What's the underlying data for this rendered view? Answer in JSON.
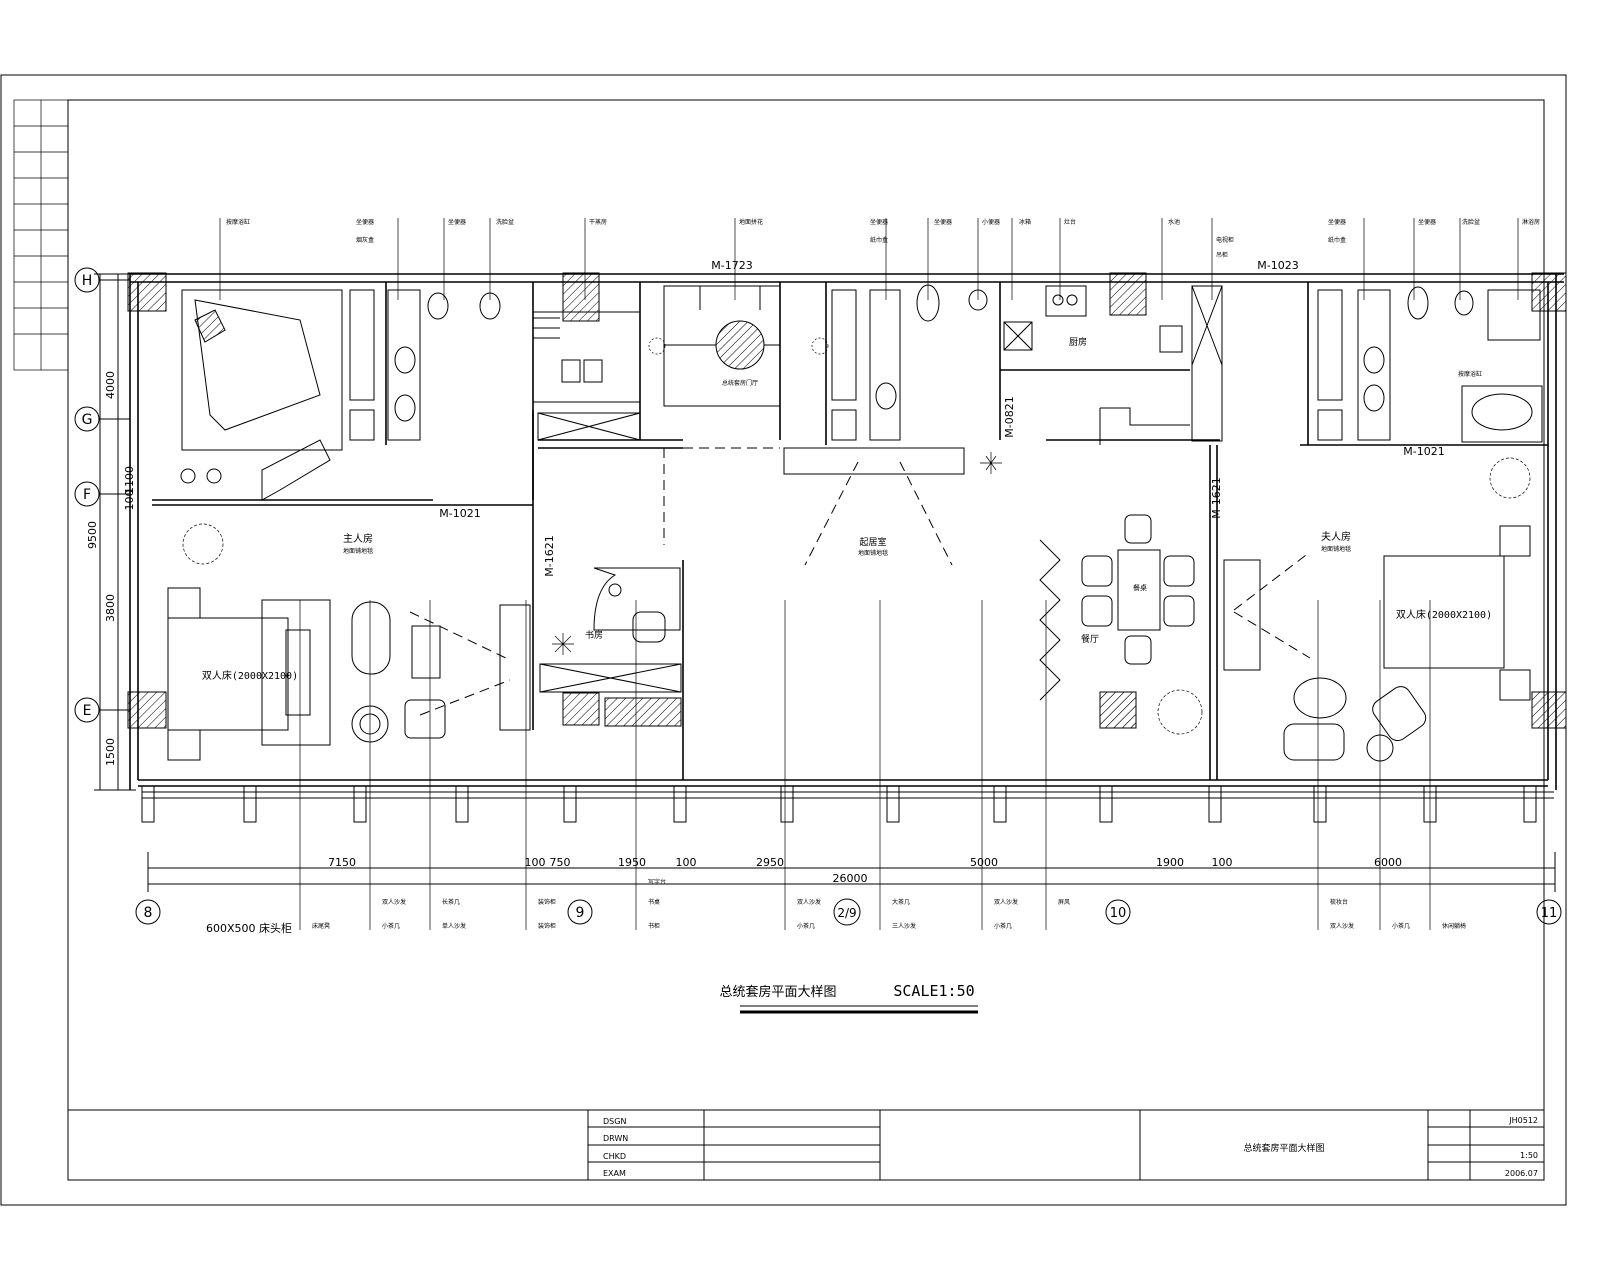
{
  "drawing": {
    "title": "总统套房平面大样图",
    "scale": "SCALE1:50"
  },
  "grid_rows": [
    "H",
    "G",
    "F",
    "E"
  ],
  "grid_cols": [
    "8",
    "9",
    "2/9",
    "10",
    "11"
  ],
  "dims_left": [
    "4000",
    "1100",
    "100",
    "9500",
    "3800",
    "1500"
  ],
  "dims_bottom": [
    "7150",
    "100",
    "750",
    "1950",
    "100",
    "2950",
    "5000",
    "1900",
    "100",
    "6000"
  ],
  "dim_total": "26000",
  "doors": [
    "M-1723",
    "M-1023",
    "M-1021",
    "M-1621",
    "M-0821",
    "M-1621",
    "M-1021"
  ],
  "rooms": {
    "master_bed": "主人房",
    "madam_bed": "夫人房",
    "study": "书房",
    "living": "起居室",
    "dining": "餐厅",
    "kitchen": "厨房",
    "master_floor": "地面铺地毯",
    "madam_floor": "地面铺地毯",
    "living_floor": "地面铺地毯",
    "bed_left": "双人床(2000X2100)",
    "bed_right": "双人床(2000X2100)",
    "dining_table": "餐桌",
    "foyer": "总统套房门厅",
    "bath_right": "按摩浴缸",
    "leader_600": "600X500 床头柜"
  },
  "top_labels": [
    "按摩浴缸",
    "坐便器",
    "洗脸盆",
    "干蒸房",
    "地面拼花",
    "坐便器",
    "小便器",
    "冰箱",
    "灶台",
    "水池",
    "坐便器",
    "洗脸盆",
    "淋浴房"
  ],
  "top_labels_pair": [
    "坐便器",
    "烟灰盒",
    "坐便器",
    "纸巾盒",
    "电视柜",
    "吊柜",
    "坐便器",
    "纸巾盒"
  ],
  "bottom_labels": [
    "双人沙发",
    "小茶几",
    "长茶几",
    "单人沙发",
    "装饰柜",
    "装饰柜",
    "书桌",
    "书柜",
    "写字台",
    "双人沙发",
    "小茶几",
    "大茶几",
    "三人沙发",
    "双人沙发",
    "小茶几",
    "屏风",
    "梳妆台",
    "双人沙发",
    "小茶几",
    "休闲躺椅",
    "床尾凳"
  ],
  "title_block": {
    "rows": [
      "DSGN",
      "DRWN",
      "CHKD",
      "EXAM"
    ],
    "drawing_name": "总统套房平面大样图",
    "number": "JH0512",
    "scale": "1:50",
    "date": "2006.07"
  }
}
